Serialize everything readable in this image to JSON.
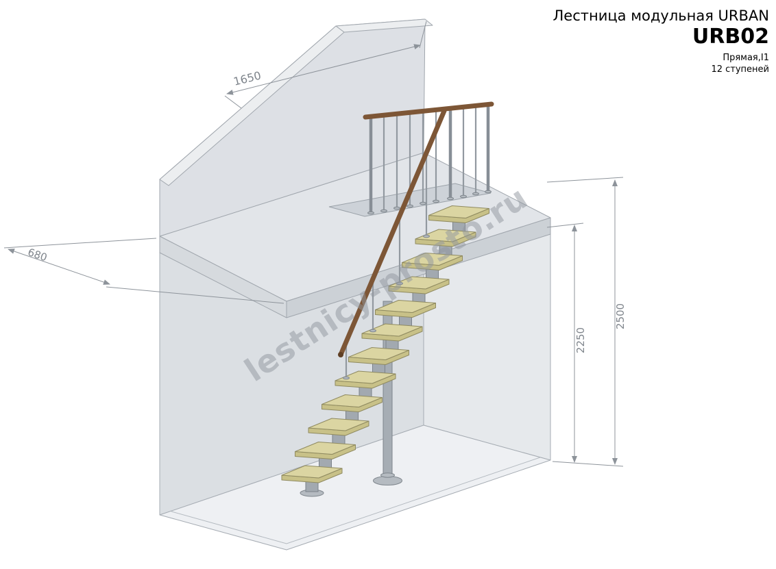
{
  "title_block": {
    "series": "Лестница модульная URBAN",
    "model": "URB02",
    "type": "Прямая,I1",
    "steps": "12 ступеней"
  },
  "dimensions": {
    "top_width": "1650",
    "landing_depth": "680",
    "total_height": "2500",
    "ceiling_height": "2250"
  },
  "watermark": {
    "text": "lestnicy-prosto.ru"
  },
  "drawing": {
    "step_count": 12,
    "colors": {
      "tread": "#dbd5a2",
      "metal": "#a2a9b0",
      "handrail": "#7d5636",
      "wall": "#dde0e5",
      "dimension": "#8d939a"
    }
  }
}
